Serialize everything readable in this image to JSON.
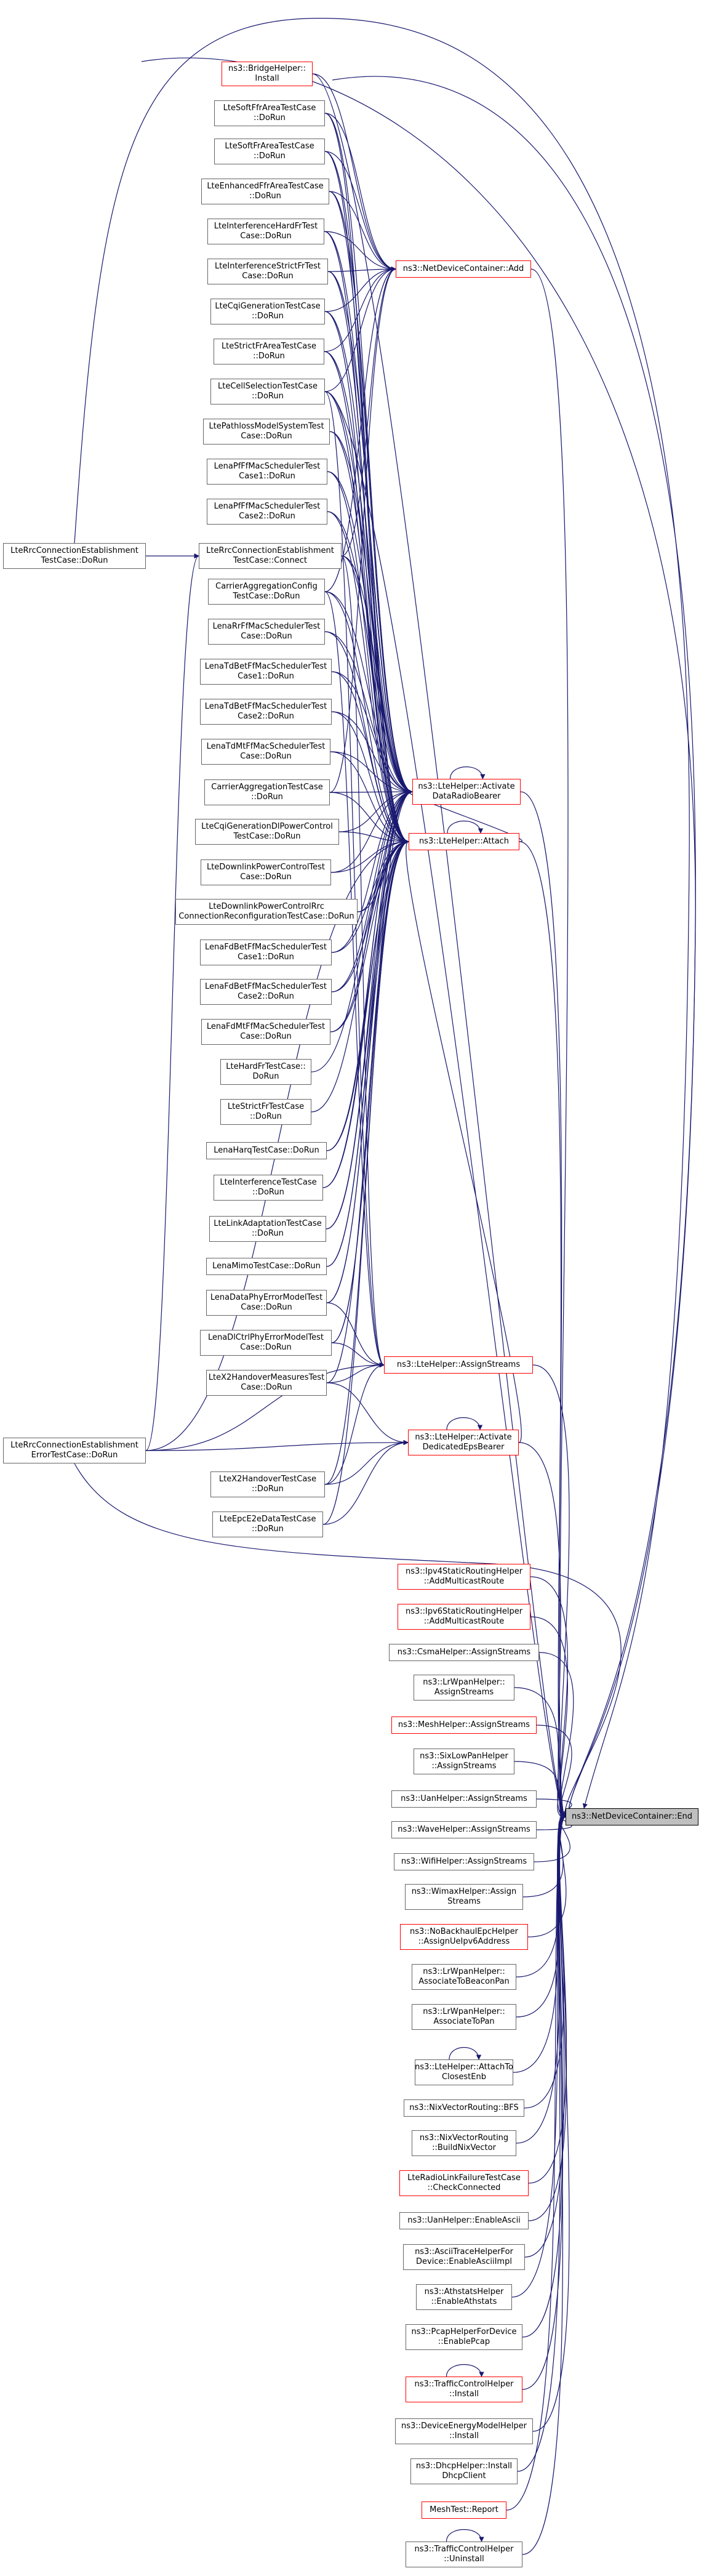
{
  "palette": {
    "edge": "#191970",
    "node_border": "#666666",
    "missing_border": "#ff0000",
    "target_fill": "#bfbfbf"
  },
  "nodes": [
    {
      "id": "n1",
      "lines": [
        "ns3::BridgeHelper::",
        "Install"
      ],
      "red": true
    },
    {
      "id": "n2",
      "lines": [
        "LteSoftFfrAreaTestCase",
        "::DoRun"
      ]
    },
    {
      "id": "n3",
      "lines": [
        "LteSoftFrAreaTestCase",
        "::DoRun"
      ]
    },
    {
      "id": "n4",
      "lines": [
        "LteEnhancedFfrAreaTestCase",
        "::DoRun"
      ]
    },
    {
      "id": "n5",
      "lines": [
        "LteInterferenceHardFrTest",
        "Case::DoRun"
      ]
    },
    {
      "id": "n6",
      "lines": [
        "LteInterferenceStrictFrTest",
        "Case::DoRun"
      ]
    },
    {
      "id": "n7",
      "lines": [
        "LteCqiGenerationTestCase",
        "::DoRun"
      ]
    },
    {
      "id": "n8",
      "lines": [
        "LteStrictFrAreaTestCase",
        "::DoRun"
      ]
    },
    {
      "id": "n9",
      "lines": [
        "LteCellSelectionTestCase",
        "::DoRun"
      ]
    },
    {
      "id": "n10",
      "lines": [
        "LtePathlossModelSystemTest",
        "Case::DoRun"
      ]
    },
    {
      "id": "n11",
      "lines": [
        "LenaPfFfMacSchedulerTest",
        "Case1::DoRun"
      ]
    },
    {
      "id": "n12",
      "lines": [
        "LenaPfFfMacSchedulerTest",
        "Case2::DoRun"
      ]
    },
    {
      "id": "n13",
      "lines": [
        "LteRrcConnectionEstablishment",
        "TestCase::Connect"
      ]
    },
    {
      "id": "n14",
      "lines": [
        "CarrierAggregationConfig",
        "TestCase::DoRun"
      ]
    },
    {
      "id": "n15",
      "lines": [
        "LenaRrFfMacSchedulerTest",
        "Case::DoRun"
      ]
    },
    {
      "id": "n16",
      "lines": [
        "LenaTdBetFfMacSchedulerTest",
        "Case1::DoRun"
      ]
    },
    {
      "id": "n17",
      "lines": [
        "LenaTdBetFfMacSchedulerTest",
        "Case2::DoRun"
      ]
    },
    {
      "id": "n18",
      "lines": [
        "LenaTdMtFfMacSchedulerTest",
        "Case::DoRun"
      ]
    },
    {
      "id": "n19",
      "lines": [
        "CarrierAggregationTestCase",
        "::DoRun"
      ]
    },
    {
      "id": "n20",
      "lines": [
        "LteCqiGenerationDlPowerControl",
        "TestCase::DoRun"
      ]
    },
    {
      "id": "n21",
      "lines": [
        "LteDownlinkPowerControlTest",
        "Case::DoRun"
      ]
    },
    {
      "id": "n22",
      "lines": [
        "LteDownlinkPowerControlRrc",
        "ConnectionReconfigurationTestCase::DoRun"
      ]
    },
    {
      "id": "n23",
      "lines": [
        "LenaFdBetFfMacSchedulerTest",
        "Case1::DoRun"
      ]
    },
    {
      "id": "n24",
      "lines": [
        "LenaFdBetFfMacSchedulerTest",
        "Case2::DoRun"
      ]
    },
    {
      "id": "n25",
      "lines": [
        "LenaFdMtFfMacSchedulerTest",
        "Case::DoRun"
      ]
    },
    {
      "id": "n26",
      "lines": [
        "LteHardFrTestCase::",
        "DoRun"
      ]
    },
    {
      "id": "n27",
      "lines": [
        "LteStrictFrTestCase",
        "::DoRun"
      ]
    },
    {
      "id": "n28",
      "lines": [
        "LenaHarqTestCase::DoRun"
      ]
    },
    {
      "id": "n29",
      "lines": [
        "LteInterferenceTestCase",
        "::DoRun"
      ]
    },
    {
      "id": "n30",
      "lines": [
        "LteLinkAdaptationTestCase",
        "::DoRun"
      ]
    },
    {
      "id": "n31",
      "lines": [
        "LenaMimoTestCase::DoRun"
      ]
    },
    {
      "id": "n32",
      "lines": [
        "LenaDataPhyErrorModelTest",
        "Case::DoRun"
      ]
    },
    {
      "id": "n33",
      "lines": [
        "LenaDlCtrlPhyErrorModelTest",
        "Case::DoRun"
      ]
    },
    {
      "id": "n34",
      "lines": [
        "LteX2HandoverMeasuresTest",
        "Case::DoRun"
      ]
    },
    {
      "id": "n35",
      "lines": [
        "LteX2HandoverTestCase",
        "::DoRun"
      ]
    },
    {
      "id": "n36",
      "lines": [
        "LteEpcE2eDataTestCase",
        "::DoRun"
      ]
    },
    {
      "id": "n37",
      "lines": [
        "LteRrcConnectionEstablishment",
        "TestCase::DoRun"
      ]
    },
    {
      "id": "n38",
      "lines": [
        "LteRrcConnectionEstablishment",
        "ErrorTestCase::DoRun"
      ]
    },
    {
      "id": "n39",
      "lines": [
        "ns3::NetDeviceContainer::Add"
      ],
      "red": true
    },
    {
      "id": "n40",
      "lines": [
        "ns3::LteHelper::Activate",
        "DataRadioBearer"
      ],
      "red": true
    },
    {
      "id": "n41",
      "lines": [
        "ns3::LteHelper::Attach"
      ],
      "red": true
    },
    {
      "id": "n42",
      "lines": [
        "ns3::LteHelper::AssignStreams"
      ],
      "red": true
    },
    {
      "id": "n43",
      "lines": [
        "ns3::LteHelper::Activate",
        "DedicatedEpsBearer"
      ],
      "red": true
    },
    {
      "id": "n44",
      "lines": [
        "ns3::Ipv4StaticRoutingHelper",
        "::AddMulticastRoute"
      ],
      "red": true
    },
    {
      "id": "n45",
      "lines": [
        "ns3::Ipv6StaticRoutingHelper",
        "::AddMulticastRoute"
      ],
      "red": true
    },
    {
      "id": "n46",
      "lines": [
        "ns3::CsmaHelper::AssignStreams"
      ]
    },
    {
      "id": "n47",
      "lines": [
        "ns3::LrWpanHelper::",
        "AssignStreams"
      ]
    },
    {
      "id": "n48",
      "lines": [
        "ns3::MeshHelper::AssignStreams"
      ],
      "red": true
    },
    {
      "id": "n49",
      "lines": [
        "ns3::SixLowPanHelper",
        "::AssignStreams"
      ]
    },
    {
      "id": "n50",
      "lines": [
        "ns3::UanHelper::AssignStreams"
      ]
    },
    {
      "id": "n51",
      "lines": [
        "ns3::WaveHelper::AssignStreams"
      ]
    },
    {
      "id": "n52",
      "lines": [
        "ns3::WifiHelper::AssignStreams"
      ]
    },
    {
      "id": "n53",
      "lines": [
        "ns3::WimaxHelper::Assign",
        "Streams"
      ]
    },
    {
      "id": "n54",
      "lines": [
        "ns3::NoBackhaulEpcHelper",
        "::AssignUeIpv6Address"
      ],
      "red": true
    },
    {
      "id": "n55",
      "lines": [
        "ns3::LrWpanHelper::",
        "AssociateToBeaconPan"
      ]
    },
    {
      "id": "n56",
      "lines": [
        "ns3::LrWpanHelper::",
        "AssociateToPan"
      ]
    },
    {
      "id": "n57",
      "lines": [
        "ns3::LteHelper::AttachTo",
        "ClosestEnb"
      ]
    },
    {
      "id": "n58",
      "lines": [
        "ns3::NixVectorRouting::BFS"
      ]
    },
    {
      "id": "n59",
      "lines": [
        "ns3::NixVectorRouting",
        "::BuildNixVector"
      ]
    },
    {
      "id": "n60",
      "lines": [
        "LteRadioLinkFailureTestCase",
        "::CheckConnected"
      ],
      "red": true
    },
    {
      "id": "n61",
      "lines": [
        "ns3::UanHelper::EnableAscii"
      ]
    },
    {
      "id": "n62",
      "lines": [
        "ns3::AsciiTraceHelperFor",
        "Device::EnableAsciiImpl"
      ]
    },
    {
      "id": "n63",
      "lines": [
        "ns3::AthstatsHelper",
        "::EnableAthstats"
      ]
    },
    {
      "id": "n64",
      "lines": [
        "ns3::PcapHelperForDevice",
        "::EnablePcap"
      ]
    },
    {
      "id": "n65",
      "lines": [
        "ns3::TrafficControlHelper",
        "::Install"
      ],
      "red": true
    },
    {
      "id": "n66",
      "lines": [
        "ns3::DeviceEnergyModelHelper",
        "::Install"
      ]
    },
    {
      "id": "n67",
      "lines": [
        "ns3::DhcpHelper::Install",
        "DhcpClient"
      ]
    },
    {
      "id": "n68",
      "lines": [
        "MeshTest::Report"
      ],
      "red": true
    },
    {
      "id": "n69",
      "lines": [
        "ns3::TrafficControlHelper",
        "::Uninstall"
      ]
    },
    {
      "id": "n70",
      "lines": [
        "ns3::NetDeviceContainer::End"
      ],
      "target": true
    }
  ]
}
